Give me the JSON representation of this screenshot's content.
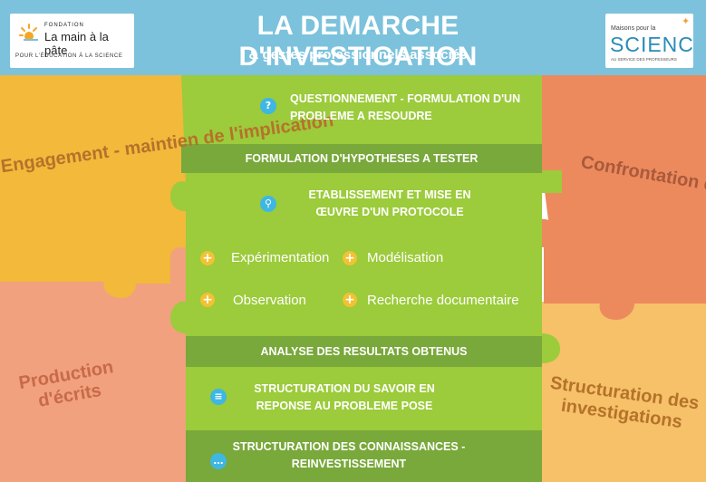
{
  "header": {
    "title": "LA DEMARCHE D'INVESTIGATION",
    "subtitle": "& gestes professionnels associés",
    "logo_left": {
      "small": "FONDATION",
      "name": "La main à la pâte",
      "tagline": "POUR L'ÉDUCATION À LA SCIENCE"
    },
    "logo_right": {
      "small": "Maisons pour la",
      "name": "SCIENCE",
      "tagline": "AU SERVICE DES PROFESSEURS"
    }
  },
  "pieces": {
    "engagement": "Engagement - maintien de l'implication",
    "confrontation": "Confrontation des idées",
    "production": "Production d'écrits",
    "structuration_investigations": "Structuration des investigations"
  },
  "steps": {
    "questionnement": "QUESTIONNEMENT - FORMULATION D'UN PROBLEME A RESOUDRE",
    "hypotheses": "FORMULATION D'HYPOTHESES A TESTER",
    "protocole": "ETABLISSEMENT ET MISE EN ŒUVRE D'UN PROTOCOLE",
    "analyse": "ANALYSE DES RESULTATS OBTENUS",
    "structuration_savoir": "STRUCTURATION DU SAVOIR EN REPONSE AU PROBLEME POSE",
    "structuration_connaissances": "STRUCTURATION DES CONNAISSANCES - REINVESTISSEMENT"
  },
  "sub_items": [
    "Expérimentation",
    "Modélisation",
    "Observation",
    "Recherche documentaire"
  ],
  "icons": {
    "questionnement": "question-mark-icon",
    "protocole": "magnifier-icon",
    "structuration_savoir": "list-icon",
    "structuration_connaissances": "ellipsis-icon",
    "sub_item": "plus-icon",
    "logo_left": "sun-logo-icon",
    "logo_right": "star-icon"
  },
  "colors": {
    "header": "#7cc2dc",
    "yellow_piece": "#f2b93b",
    "orange_piece": "#ed8a5d",
    "salmon_piece": "#f1a17d",
    "peach_piece": "#f6c168",
    "green_light": "#9ccb3b",
    "green_dark": "#79a83b",
    "icon_blue": "#3fb7e3",
    "plus_yellow": "#f1c232"
  }
}
